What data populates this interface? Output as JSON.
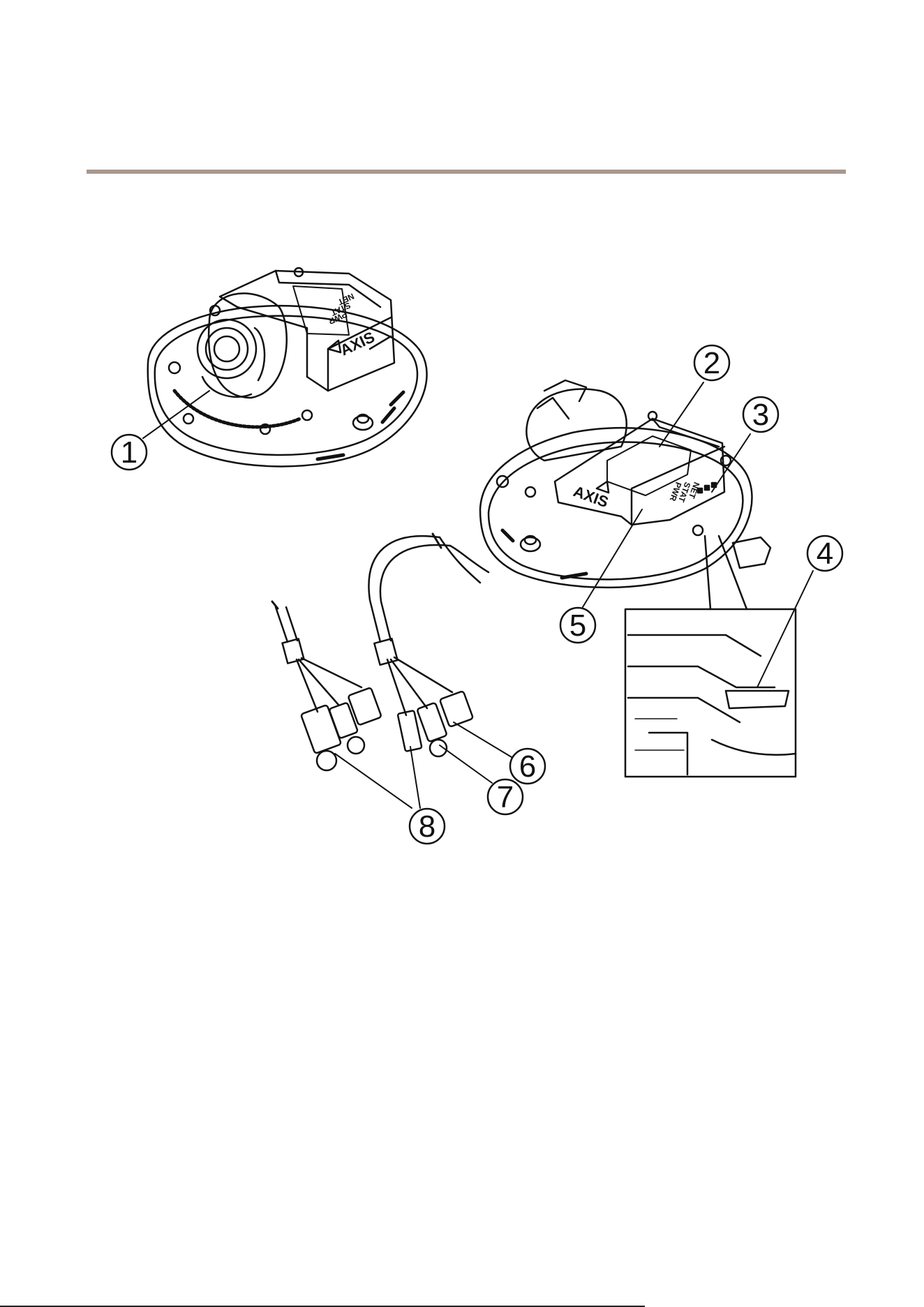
{
  "callouts": [
    {
      "id": "1",
      "label": "1"
    },
    {
      "id": "2",
      "label": "2"
    },
    {
      "id": "3",
      "label": "3"
    },
    {
      "id": "4",
      "label": "4"
    },
    {
      "id": "5",
      "label": "5"
    },
    {
      "id": "6",
      "label": "6"
    },
    {
      "id": "7",
      "label": "7"
    },
    {
      "id": "8",
      "label": "8"
    }
  ],
  "device_markings": {
    "led_net": "NET",
    "led_stat": "STAT",
    "led_pwr": "PWR",
    "brand": "AXIS"
  },
  "colors": {
    "header_rule": "#a8998f",
    "line": "#111111"
  }
}
